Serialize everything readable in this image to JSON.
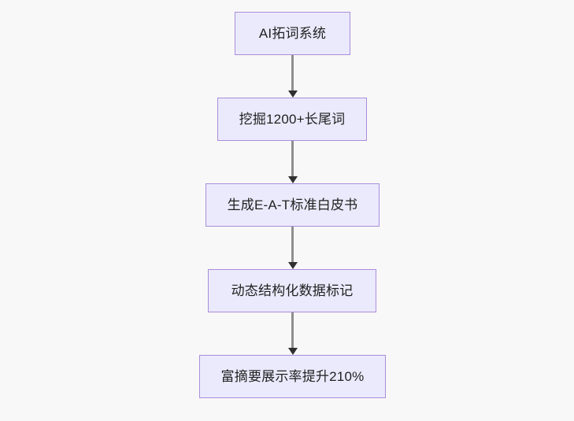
{
  "diagram": {
    "type": "flowchart",
    "direction": "top-to-bottom",
    "background_color": "#f8f8f8",
    "node_fill_color": "#ebeafc",
    "node_border_color": "#a98ddb",
    "node_text_color": "#1f2020",
    "edge_line_color": "#8f8f8f",
    "edge_arrow_color": "#2f2f2f",
    "nodes": [
      {
        "id": "n0",
        "label": "AI拓词系统"
      },
      {
        "id": "n1",
        "label": "挖掘1200+长尾词"
      },
      {
        "id": "n2",
        "label": "生成E-A-T标准白皮书"
      },
      {
        "id": "n3",
        "label": "动态结构化数据标记"
      },
      {
        "id": "n4",
        "label": "富摘要展示率提升210%"
      }
    ],
    "edges": [
      {
        "id": "e0",
        "from": "n0",
        "to": "n1",
        "label": ""
      },
      {
        "id": "e1",
        "from": "n1",
        "to": "n2",
        "label": ""
      },
      {
        "id": "e2",
        "from": "n2",
        "to": "n3",
        "label": ""
      },
      {
        "id": "e3",
        "from": "n3",
        "to": "n4",
        "label": ""
      }
    ]
  }
}
